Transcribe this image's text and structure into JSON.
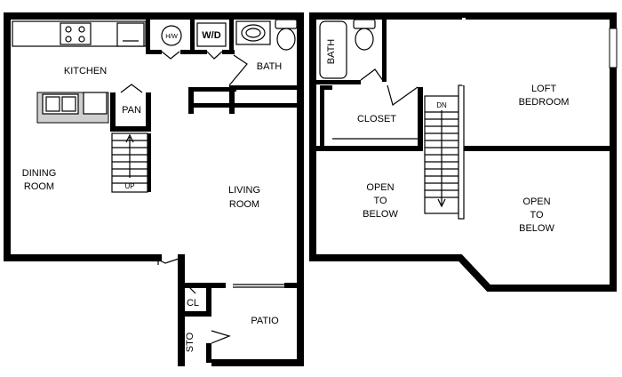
{
  "first_floor": {
    "kitchen": "KITCHEN",
    "bath": "BATH",
    "pantry": "PAN",
    "dining_line1": "DINING",
    "dining_line2": "ROOM",
    "living_line1": "LIVING",
    "living_line2": "ROOM",
    "stair_up": "UP",
    "closet": "CL",
    "storage": "STO",
    "patio": "PATIO",
    "water_heater": "H/W",
    "washer_dryer": "W/D"
  },
  "second_floor": {
    "bath": "BATH",
    "closet": "CLOSET",
    "stair_down": "DN",
    "loft_line1": "LOFT",
    "loft_line2": "BEDROOM",
    "open_left_line1": "OPEN",
    "open_left_line2": "TO",
    "open_left_line3": "BELOW",
    "open_right_line1": "OPEN",
    "open_right_line2": "TO",
    "open_right_line3": "BELOW"
  }
}
